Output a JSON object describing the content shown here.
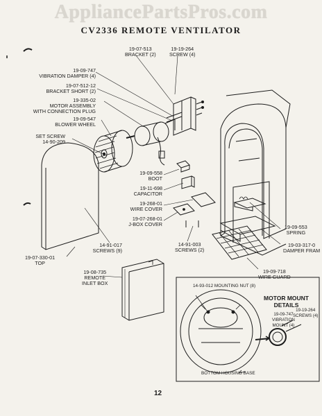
{
  "watermark": "AppliancePartsPros.com",
  "title": "CV2336 REMOTE VENTILATOR",
  "page_number": "12",
  "parts": {
    "bracket": {
      "num": "19-07-513",
      "name": "BRACKET (2)"
    },
    "screw4": {
      "num": "19-19-264",
      "name": "SCREW (4)"
    },
    "vibration_damper": {
      "num": "19-09-747",
      "name": "VIBRATION DAMPER (4)"
    },
    "bracket_short": {
      "num": "19-07-512-12",
      "name": "BRACKET SHORT (2)"
    },
    "motor": {
      "num": "19-335-02",
      "name": "MOTOR ASSEMBLY",
      "name2": "WITH CONNECTION PLUG"
    },
    "blower_wheel": {
      "num": "19-09-547",
      "name": "BLOWER WHEEL"
    },
    "set_screw": {
      "name": "SET SCREW",
      "num": "14-90-209"
    },
    "boot": {
      "num": "19-09-558",
      "name": "BOOT"
    },
    "capacitor": {
      "num": "19-11-698",
      "name": "CAPACITOR"
    },
    "wire_cover": {
      "num": "19-268-01",
      "name": "WIRE COVER"
    },
    "jbox_cover": {
      "num": "19-07-268-01",
      "name": "J-BOX COVER"
    },
    "screws9": {
      "num": "14-91-017",
      "name": "SCREWS (9)"
    },
    "screws2": {
      "num": "14-91-003",
      "name": "SCREWS (2)"
    },
    "top": {
      "num": "19-07-330-01",
      "name": "TOP"
    },
    "spring": {
      "num": "19-09-553",
      "name": "SPRING"
    },
    "damper_frame": {
      "num": "19-03-317-0",
      "name": "DAMPER FRAM"
    },
    "wire_guard": {
      "num": "19-09-718",
      "name": "WIRE GUARD"
    },
    "inlet_box": {
      "num": "19-08-735",
      "name": "REMOTE",
      "name2": "INLET BOX"
    }
  },
  "inset": {
    "title_line1": "MOTOR MOUNT",
    "title_line2": "DETAILS",
    "mounting_nut": "14-93-012 MOUNTING NUT (8)",
    "screws_num": "19-19-264",
    "screws_name": "SCREWS (4)",
    "vib_num": "19-09-747",
    "vib_name1": "VIBRATION",
    "vib_name2": "MOUNT (4)",
    "base": "BOTTOM HOUSING BASE"
  }
}
